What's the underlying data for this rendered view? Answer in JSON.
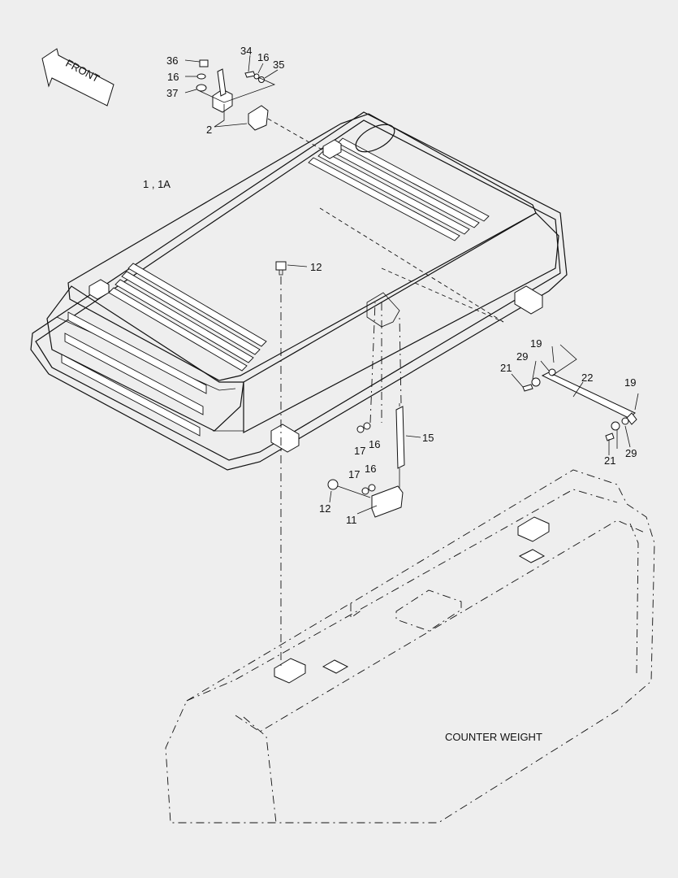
{
  "diagram": {
    "front_arrow_label": "FRONT",
    "counterweight_label": "COUNTER WEIGHT",
    "callouts": [
      {
        "id": "c36",
        "text": "36"
      },
      {
        "id": "c16a",
        "text": "16"
      },
      {
        "id": "c37",
        "text": "37"
      },
      {
        "id": "c34",
        "text": "34"
      },
      {
        "id": "c16b",
        "text": "16"
      },
      {
        "id": "c35",
        "text": "35"
      },
      {
        "id": "c2",
        "text": "2"
      },
      {
        "id": "c1",
        "text": "1 , 1A"
      },
      {
        "id": "c12a",
        "text": "12"
      },
      {
        "id": "c19a",
        "text": "19"
      },
      {
        "id": "c29a",
        "text": "29"
      },
      {
        "id": "c21a",
        "text": "21"
      },
      {
        "id": "c22",
        "text": "22"
      },
      {
        "id": "c19b",
        "text": "19"
      },
      {
        "id": "c29b",
        "text": "29"
      },
      {
        "id": "c21b",
        "text": "21"
      },
      {
        "id": "c17a",
        "text": "17"
      },
      {
        "id": "c16c",
        "text": "16"
      },
      {
        "id": "c15",
        "text": "15"
      },
      {
        "id": "c17b",
        "text": "17"
      },
      {
        "id": "c16d",
        "text": "16"
      },
      {
        "id": "c12b",
        "text": "12"
      },
      {
        "id": "c11",
        "text": "11"
      }
    ]
  }
}
